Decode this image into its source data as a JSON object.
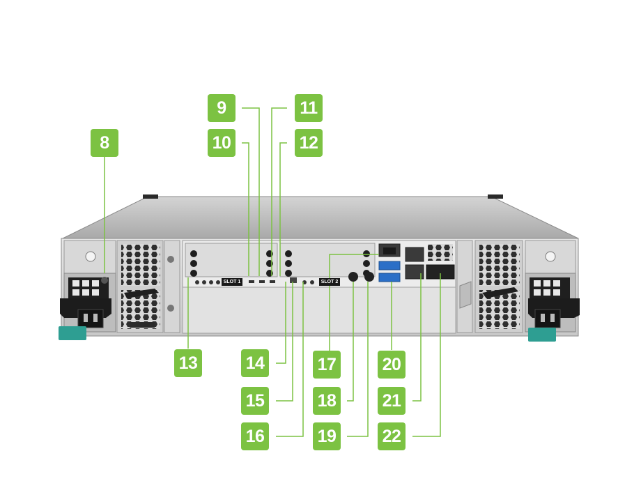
{
  "accent_color": "#7cc242",
  "leader_color": "#7cc242",
  "device": {
    "type": "rack-mount storage enclosure, rear view",
    "slot_labels": [
      "SLOT 1",
      "SLOT 2"
    ]
  },
  "callouts": [
    {
      "id": "c8",
      "label": "8"
    },
    {
      "id": "c9",
      "label": "9"
    },
    {
      "id": "c10",
      "label": "10"
    },
    {
      "id": "c11",
      "label": "11"
    },
    {
      "id": "c12",
      "label": "12"
    },
    {
      "id": "c13",
      "label": "13"
    },
    {
      "id": "c14",
      "label": "14"
    },
    {
      "id": "c15",
      "label": "15"
    },
    {
      "id": "c16",
      "label": "16"
    },
    {
      "id": "c17",
      "label": "17"
    },
    {
      "id": "c18",
      "label": "18"
    },
    {
      "id": "c19",
      "label": "19"
    },
    {
      "id": "c20",
      "label": "20"
    },
    {
      "id": "c21",
      "label": "21"
    },
    {
      "id": "c22",
      "label": "22"
    }
  ]
}
